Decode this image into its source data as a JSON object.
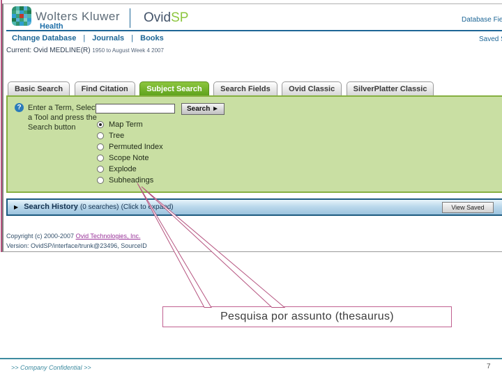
{
  "slide": {
    "page_number": "7",
    "footer_text": ">> Company Confidential >>",
    "annotation_label": "Pesquisa por assunto (thesaurus)"
  },
  "browser": {
    "header": {
      "brand": "Wolters Kluwer",
      "brand_sub": "Health",
      "product_ovid": "Ovid",
      "product_sp": "SP",
      "right_link_top": "Database Field Guide",
      "right_link_bottom": "Saved Searches"
    },
    "nav": {
      "items": [
        {
          "label": "Change Database"
        },
        {
          "label": "Journals"
        },
        {
          "label": "Books"
        }
      ]
    },
    "current": {
      "prefix": "Current: Ovid MEDLINE(R)",
      "range": "1950 to August Week 4 2007"
    },
    "tabs": [
      {
        "label": "Basic Search",
        "active": false
      },
      {
        "label": "Find Citation",
        "active": false
      },
      {
        "label": "Subject Search",
        "active": true
      },
      {
        "label": "Search Fields",
        "active": false
      },
      {
        "label": "Ovid Classic",
        "active": false
      },
      {
        "label": "SilverPlatter Classic",
        "active": false
      }
    ],
    "search_panel": {
      "help_glyph": "?",
      "instruction": "Enter a Term, Select a Tool and press the Search button",
      "input_value": "",
      "search_button": "Search ►",
      "tools": [
        {
          "label": "Map Term",
          "selected": true
        },
        {
          "label": "Tree",
          "selected": false
        },
        {
          "label": "Permuted Index",
          "selected": false
        },
        {
          "label": "Scope Note",
          "selected": false
        },
        {
          "label": "Explode",
          "selected": false
        },
        {
          "label": "Subheadings",
          "selected": false
        }
      ]
    },
    "history_bar": {
      "arrow": "▶",
      "title": "Search History",
      "count": "(0 searches)",
      "hint": "(Click to expand)",
      "view_saved": "View Saved"
    },
    "page_footer": {
      "copyright_prefix": "Copyright (c) 2000-2007 ",
      "copyright_link": "Ovid Technologies, Inc.",
      "version": "Version: OvidSP/interface/trunk@23496, SourceID"
    }
  }
}
